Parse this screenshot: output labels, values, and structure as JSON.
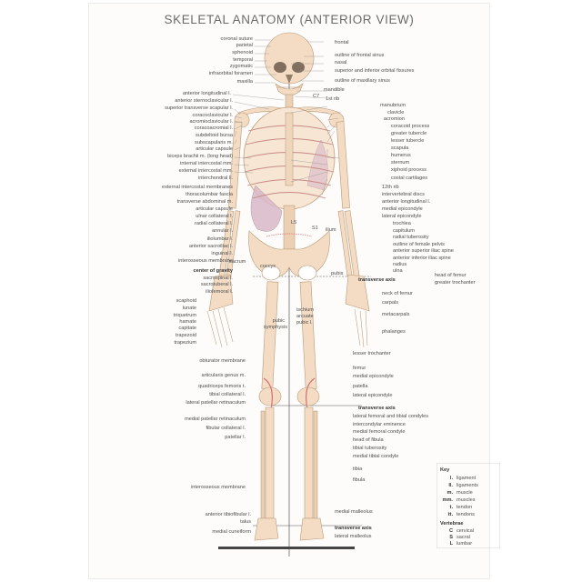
{
  "title": "SKELETAL ANATOMY (ANTERIOR VIEW)",
  "left_labels": [
    "coronal suture",
    "parietal",
    "sphenoid",
    "temporal",
    "zygomatic",
    "infraorbital foramen",
    "maxilla",
    "anterior longitudinal l.",
    "anterior sternoclavicular l.",
    "superior transverse scapular l.",
    "coracoclavicular l.",
    "acromioclavicular l.",
    "coracoacromial l.",
    "subdeltoid bursa",
    "subscapularis m.",
    "articular capsule",
    "biceps brachii m. (long head)",
    "internal intercostal mm.",
    "external intercostal mm.",
    "interchondral ll.",
    "external intercostal membranes",
    "thoracolumbar fascia",
    "transverse abdominal m.",
    "articular capsule",
    "ulnar collateral l.",
    "radial collateral l.",
    "annular l.",
    "iliolumbar l.",
    "anterior sacroiliac l.",
    "inguinal l.",
    "interosseous membrane",
    "center of gravity",
    "sacrospinal l.",
    "sacrotuberal l.",
    "iliofemoral l.",
    "scaphoid",
    "lunate",
    "triquetrum",
    "hamate",
    "capitate",
    "trapezoid",
    "trapezium",
    "pubic",
    "symphysis",
    "obturator membrane",
    "articularis genus m.",
    "quadriceps femoris t.",
    "tibial collateral l.",
    "lateral patellar retinaculum",
    "medial patellar retinaculum",
    "fibular collateral l.",
    "patellar l.",
    "interosseous membrane",
    "anterior tibiofibular l.",
    "talus",
    "medial cuneiform"
  ],
  "right_labels": [
    "frontal",
    "outline of frontal sinus",
    "nasal",
    "superior and inferior orbital fissures",
    "outline of maxillary sinus",
    "mandible",
    "C7",
    "1st rib",
    "manubrium",
    "clavicle",
    "acromion",
    "coracoid process",
    "greater tubercle",
    "lesser tubercle",
    "scapula",
    "humerus",
    "sternum",
    "xiphoid process",
    "costal cartilages",
    "12th rib",
    "intervertebral discs",
    "anterior longitudinal l.",
    "medial epicondyle",
    "lateral epicondyle",
    "trochlea",
    "capitulum",
    "radial tuberosity",
    "outline of female pelvis",
    "anterior superior iliac spine",
    "anterior inferior iliac spine",
    "radius",
    "ulna",
    "head of femur",
    "greater trochanter",
    "neck of femur",
    "carpals",
    "metacarpals",
    "phalanges",
    "lesser trochanter",
    "femur",
    "medial epicondyle",
    "patella",
    "lateral epicondyle",
    "transverse axis",
    "lateral femoral and tibial condyles",
    "intercondylar eminence",
    "medial femoral condyle",
    "head of fibula",
    "tibial tuberosity",
    "medial tibial condyle",
    "tibia",
    "fibula",
    "medial malleolus",
    "transverse axis",
    "lateral malleolus"
  ],
  "inline_labels": {
    "L5": "L5",
    "S1": "S1",
    "ilium": "ilium",
    "sacrum": "sacrum",
    "coccyx": "coccyx",
    "pubis": "pubis",
    "transverse_axis": "transverse axis",
    "ischium": "ischium",
    "arcuate": "arcuate",
    "pubic_l": "pubic l."
  },
  "key": {
    "heading": "Key",
    "items": [
      [
        "l.",
        "ligament"
      ],
      [
        "ll.",
        "ligaments"
      ],
      [
        "m.",
        "muscle"
      ],
      [
        "mm.",
        "muscles"
      ],
      [
        "t.",
        "tendon"
      ],
      [
        "tt.",
        "tendons"
      ]
    ],
    "vert_heading": "Vertebrae",
    "vert": [
      [
        "C",
        "cervical"
      ],
      [
        "S",
        "sacral"
      ],
      [
        "L",
        "lumbar"
      ]
    ]
  },
  "colors": {
    "bone": "#f3dcc3",
    "ligament": "#c88a86",
    "organ": "#d9b8c8",
    "text": "#4e4e4e"
  }
}
